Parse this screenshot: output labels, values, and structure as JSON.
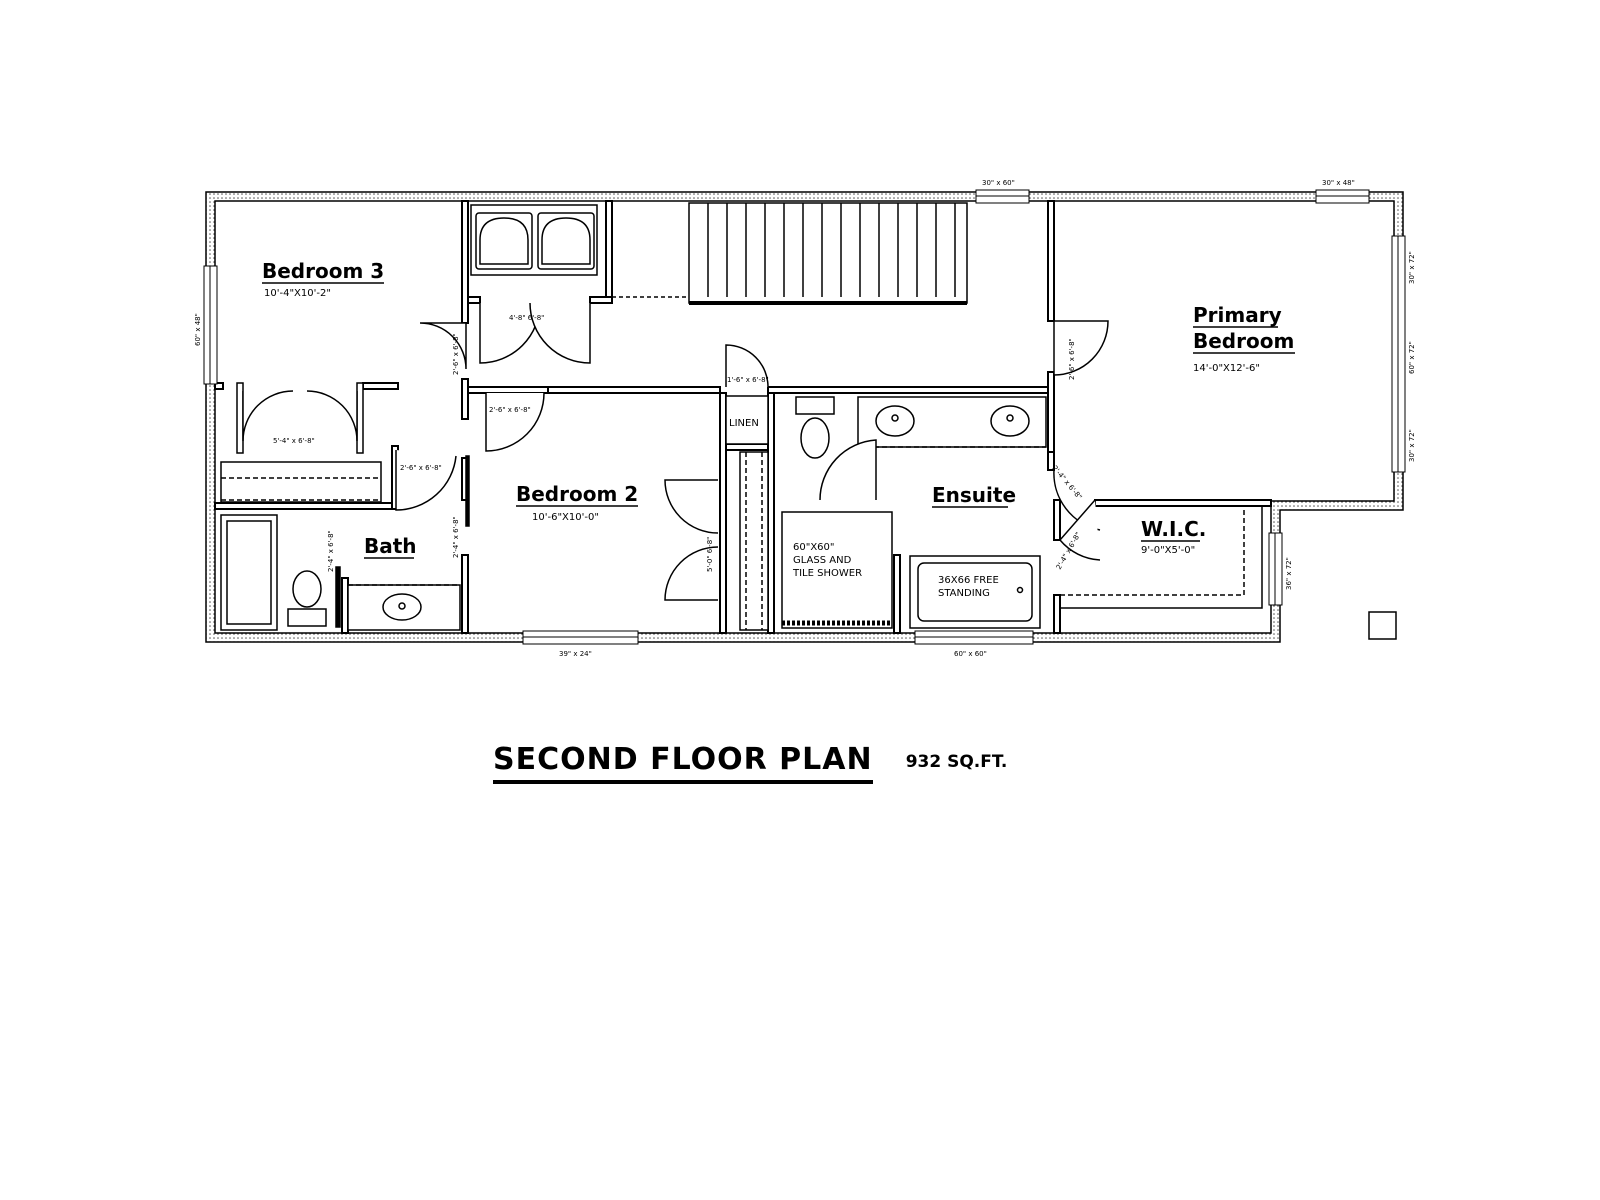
{
  "title": "SECOND FLOOR PLAN",
  "area": "932 SQ.FT.",
  "rooms": {
    "bedroom3": {
      "name": "Bedroom 3",
      "dims": "10'-4\"X10'-2\""
    },
    "bedroom2": {
      "name": "Bedroom 2",
      "dims": "10'-6\"X10'-0\""
    },
    "primary": {
      "name_line1": "Primary",
      "name_line2": "Bedroom",
      "dims": "14'-0\"X12'-6\""
    },
    "ensuite": {
      "name": "Ensuite"
    },
    "bath": {
      "name": "Bath"
    },
    "wic": {
      "name": "W.I.C.",
      "dims": "9'-0\"X5'-0\""
    },
    "linen": {
      "name": "LINEN"
    }
  },
  "fixtures": {
    "shower_line1": "60\"X60\"",
    "shower_line2": "GLASS AND",
    "shower_line3": "TILE SHOWER",
    "tub_line1": "36X66 FREE",
    "tub_line2": "STANDING"
  },
  "windows": {
    "top1": "30\" x 60\"",
    "top2": "30\" x 48\"",
    "left": "60\" x 48\"",
    "right1": "30\" x 72\"",
    "right2": "60\" x 72\"",
    "right3": "30\" x 72\"",
    "wic": "36\" x 72\"",
    "bottom1": "39\" x 24\"",
    "bottom2": "60\" x 60\""
  },
  "doors": {
    "bed3_closet": "5'-4\" x 6'-8\"",
    "bed3_entry": "2'-6\" x 6'-8\"",
    "laundry": "4'-8\" 6'-8\"",
    "bed2_entry": "2'-6\" x 6'-8\"",
    "linen": "1'-6\" x 6'-8\"",
    "primary_entry": "2'-6\" x 6'-8\"",
    "bath_entry1": "2'-6\" x 6'-8\"",
    "bath_entry2": "2'-4\" x 6'-8\"",
    "bath_wc": "2'-4\" x 6'-8\"",
    "bed2_closet": "5'-0\" 6'-8\"",
    "ensuite_entry": "2'-4\" x 6'-8\"",
    "wic_entry": "2'-4\" x 6'-8\""
  }
}
